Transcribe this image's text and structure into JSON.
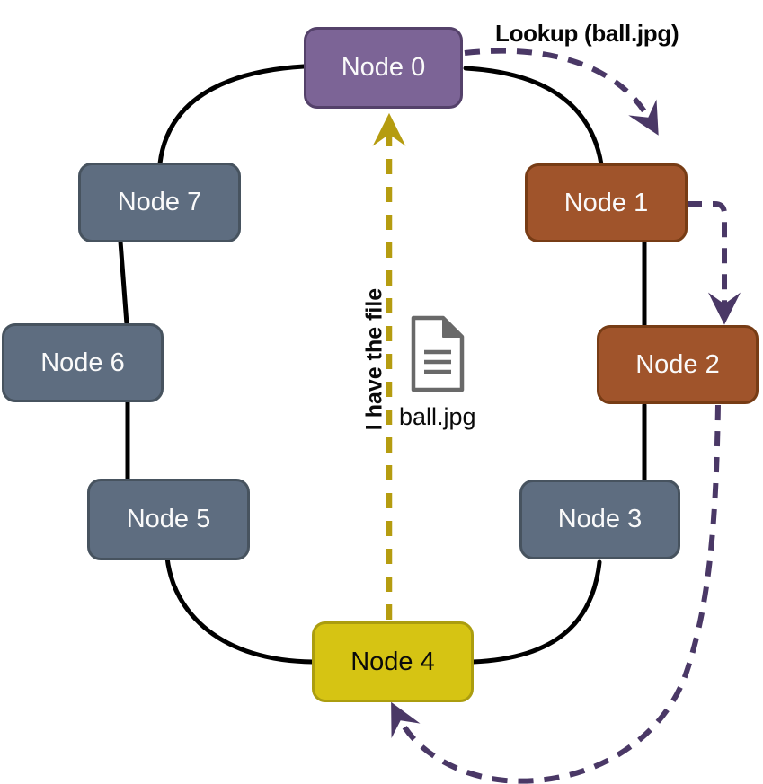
{
  "diagram": {
    "annotations": {
      "lookup": "Lookup (ball.jpg)",
      "response": "I have the file",
      "file_label": "ball.jpg"
    },
    "nodes": [
      {
        "label": "Node 0",
        "fill": "#7c6496"
      },
      {
        "label": "Node 1",
        "fill": "#a0542b"
      },
      {
        "label": "Node 2",
        "fill": "#a0542b"
      },
      {
        "label": "Node 3",
        "fill": "#5e6d80"
      },
      {
        "label": "Node 4",
        "fill": "#d6c413"
      },
      {
        "label": "Node 5",
        "fill": "#5e6d80"
      },
      {
        "label": "Node 6",
        "fill": "#5e6d80"
      },
      {
        "label": "Node 7",
        "fill": "#5e6d80"
      }
    ],
    "ring_edges": [
      "Node 0 — Node 7",
      "Node 0 — Node 1",
      "Node 7 — Node 6",
      "Node 6 — Node 5",
      "Node 5 — Node 4",
      "Node 4 — Node 3",
      "Node 3 — Node 2",
      "Node 2 — Node 1"
    ],
    "lookup_path": [
      "Node 0 → Node 1",
      "Node 1 → Node 2",
      "Node 2 → Node 4"
    ],
    "response_path": [
      "Node 4 → Node 0"
    ],
    "colors": {
      "ring_link": "#000000",
      "lookup_arrow": "#4a3866",
      "response_arrow": "#b59c10",
      "file_icon": "#696969",
      "node_purple": "#7c6496",
      "node_brown": "#a0542b",
      "node_slate": "#5e6d80",
      "node_yellow": "#d6c413"
    }
  }
}
